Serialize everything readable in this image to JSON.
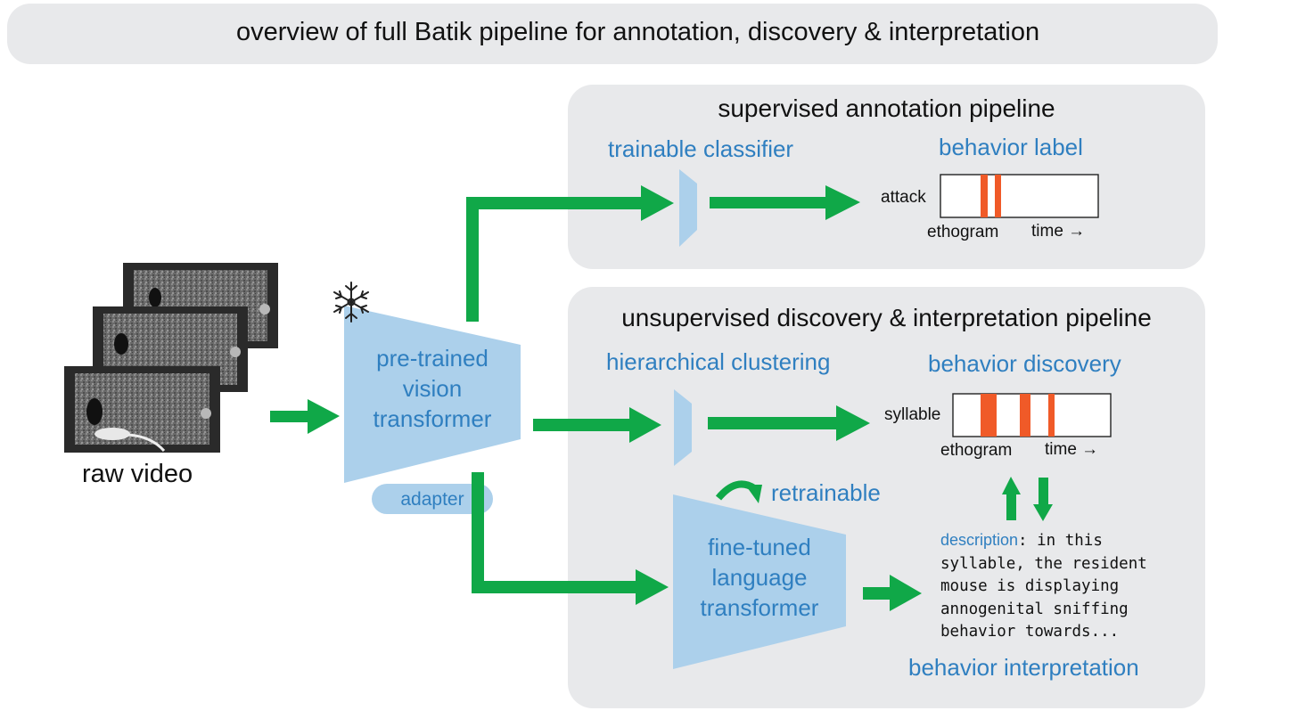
{
  "header": {
    "title": "overview of full Batik pipeline for annotation, discovery & interpretation"
  },
  "input": {
    "label": "raw video"
  },
  "encoder": {
    "line1": "pre-trained",
    "line2": "vision",
    "line3": "transformer",
    "adapter_label": "adapter",
    "frozen_icon": "snowflake-icon"
  },
  "supervised": {
    "title": "supervised annotation pipeline",
    "classifier_label": "trainable classifier",
    "output_title": "behavior label",
    "row_label": "attack",
    "x_label": "ethogram",
    "time_label": "time →"
  },
  "unsupervised": {
    "title": "unsupervised discovery & interpretation pipeline",
    "clustering_label": "hierarchical clustering",
    "output_title": "behavior discovery",
    "row_label": "syllable",
    "x_label": "ethogram",
    "time_label": "time →",
    "retrainable_label": "retrainable",
    "lm_line1": "fine-tuned",
    "lm_line2": "language",
    "lm_line3": "transformer",
    "description_key": "description",
    "description_lines": [
      ": in this",
      "syllable, the resident",
      "mouse is displaying",
      "annogenital sniffing",
      "behavior towards..."
    ],
    "interpretation_label": "behavior interpretation"
  },
  "colors": {
    "arrow_green": "#10a848",
    "block_blue": "#acd0eb",
    "text_blue": "#2f7fc0",
    "panel_gray": "#e8e9eb",
    "event_orange": "#f05a28"
  }
}
